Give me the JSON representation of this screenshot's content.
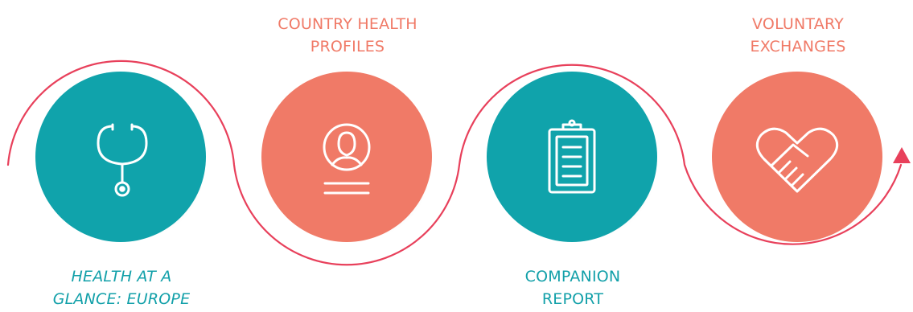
{
  "colors": {
    "teal": "#10a3ab",
    "coral": "#f07a67",
    "arrow": "#e8405b"
  },
  "steps": [
    {
      "label": "HEALTH AT A\nGLANCE: EUROPE",
      "icon": "stethoscope-icon",
      "color": "teal",
      "label_position": "bottom",
      "italic": true
    },
    {
      "label": "COUNTRY HEALTH\nPROFILES",
      "icon": "person-profile-icon",
      "color": "coral",
      "label_position": "top",
      "italic": false
    },
    {
      "label": "COMPANION\nREPORT",
      "icon": "clipboard-icon",
      "color": "teal",
      "label_position": "bottom",
      "italic": false
    },
    {
      "label": "VOLUNTARY\nEXCHANGES",
      "icon": "handshake-heart-icon",
      "color": "coral",
      "label_position": "top",
      "italic": false
    }
  ]
}
